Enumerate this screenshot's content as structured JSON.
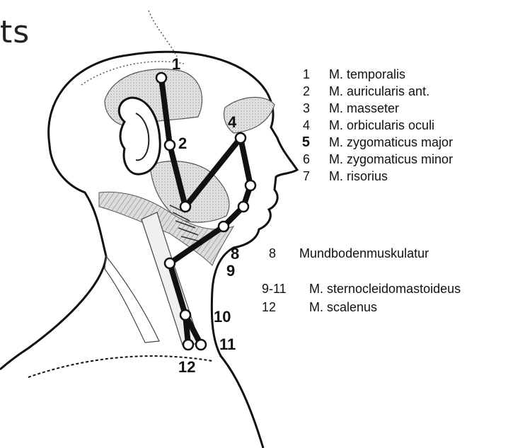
{
  "heading_fragment": "ts",
  "legend": [
    {
      "num": "1",
      "name": "M. temporalis"
    },
    {
      "num": "2",
      "name": "M. auricularis ant."
    },
    {
      "num": "3",
      "name": "M. masseter"
    },
    {
      "num": "4",
      "name": "M. orbicularis oculi"
    },
    {
      "num": "5",
      "name": "M. zygomaticus major"
    },
    {
      "num": "6",
      "name": "M. zygomaticus minor"
    },
    {
      "num": "7",
      "name": "M. risorius"
    },
    {
      "num": "8",
      "name": "Mundbodenmuskulatur"
    },
    {
      "num": "9-11",
      "name": "M. sternocleidomastoideus"
    },
    {
      "num": "12",
      "name": "M. scalenus"
    }
  ],
  "figure_marks": {
    "m1": "1",
    "m2": "2",
    "m4": "4",
    "m8": "8",
    "m9": "9",
    "m10": "10",
    "m11": "11",
    "m12": "12"
  }
}
